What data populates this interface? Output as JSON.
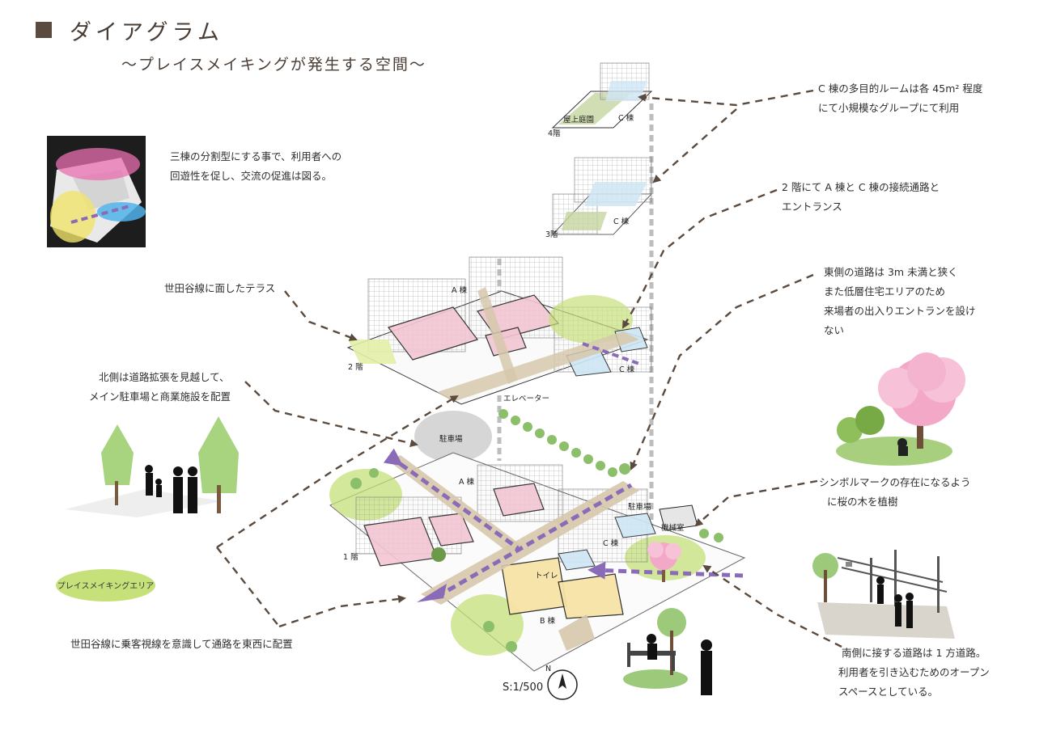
{
  "title": "ダイアグラム",
  "subtitle": "～プレイスメイキングが発生する空間～",
  "notes": {
    "left_top_l1": "三棟の分割型にする事で、利用者への",
    "left_top_l2": "回遊性を促し、交流の促進は図る。",
    "terrace": "世田谷線に面したテラス",
    "north_l1": "北側は道路拡張を見越して、",
    "north_l2": "メイン駐車場と商業施設を配置",
    "east_west": "世田谷線に乗客視線を意識して通路を東西に配置",
    "right_c_l1": "C 棟の多目的ルームは各 45m² 程度",
    "right_c_l2": "にて小規模なグループにて利用",
    "right_2f_l1": "2 階にて A 棟と C 棟の接続通路と",
    "right_2f_l2": "エントランス",
    "right_east_l1": "東側の道路は 3m 未満と狭く",
    "right_east_l2": "また低層住宅エリアのため",
    "right_east_l3": "来場者の出入りエントランを設け",
    "right_east_l4": "ない",
    "symbol_l1": "シンボルマークの存在になるよう",
    "symbol_l2": "に桜の木を植樹",
    "south_l1": "南側に接する道路は 1 方道路。",
    "south_l2": "利用者を引き込むためのオープン",
    "south_l3": "スペースとしている。"
  },
  "legend": {
    "label": "プレイスメイキングエリア",
    "color": "#c6e07a"
  },
  "plan_labels": {
    "f4_garden": "屋上庭園",
    "f4_bldg": "C 棟",
    "f4_floor": "4階",
    "f3_bldg": "C 棟",
    "f3_floor": "3階",
    "f2_a": "A 棟",
    "f2_c": "C 棟",
    "f2_floor": "2 階",
    "elevator": "エレベーター",
    "parking_main": "駐車場",
    "f1_a": "A 棟",
    "f1_parking": "駐車場",
    "f1_machine": "機械室",
    "f1_c": "C 棟",
    "f1_toilet": "トイレ",
    "f1_b": "B 棟",
    "f1_floor": "1 階"
  },
  "scale": "S:1/500",
  "north": "N",
  "colors": {
    "pink": "#f3c6d3",
    "green": "#c6e07a",
    "yellow": "#f6e3a6",
    "blue": "#cfe6f5",
    "path": "#d6c8ab",
    "arrow": "#5b4a3e",
    "purple": "#8a6bb8"
  }
}
